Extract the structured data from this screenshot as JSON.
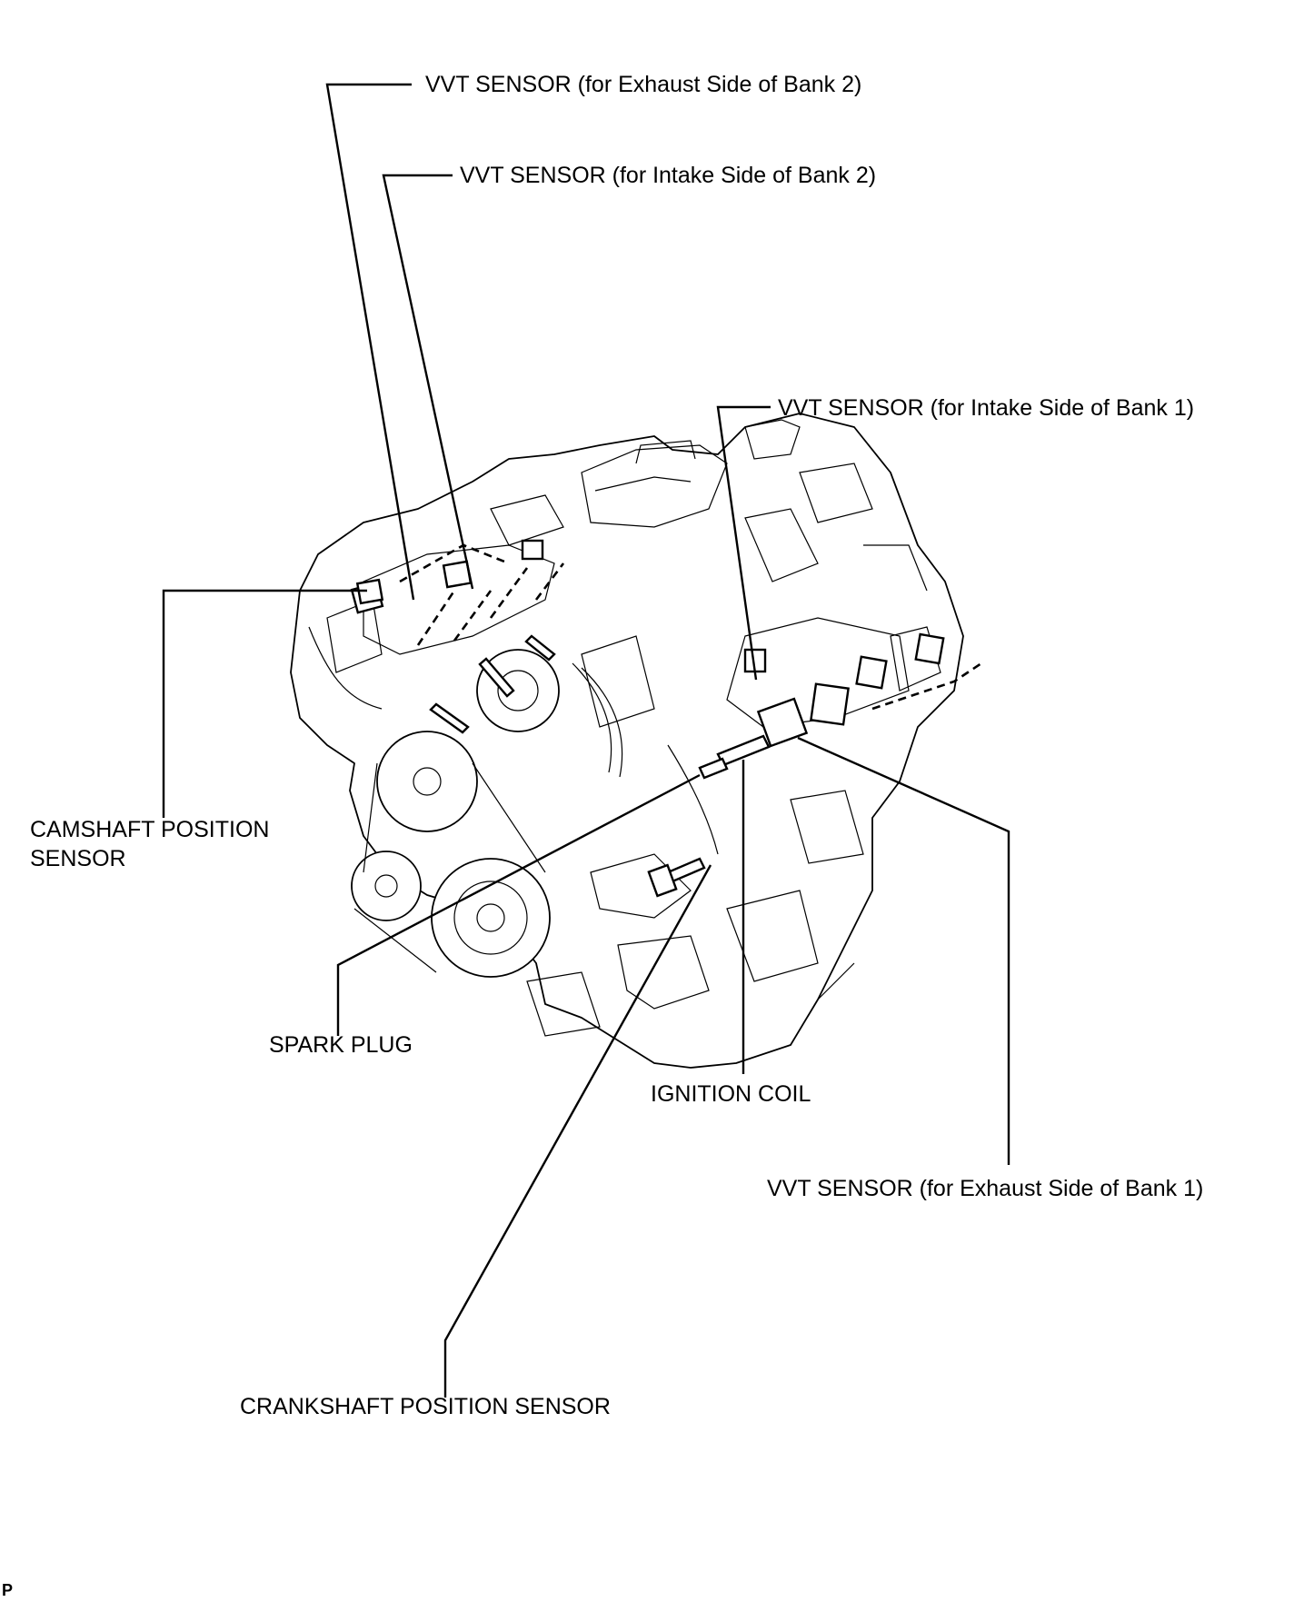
{
  "labels": {
    "vvt_exhaust_bank2": "VVT SENSOR (for Exhaust Side of Bank 2)",
    "vvt_intake_bank2": "VVT SENSOR (for Intake Side of Bank 2)",
    "vvt_intake_bank1": "VVT SENSOR (for Intake Side of Bank 1)",
    "camshaft_position_sensor": "CAMSHAFT POSITION SENSOR",
    "spark_plug": "SPARK PLUG",
    "ignition_coil": "IGNITION COIL",
    "vvt_exhaust_bank1": "VVT SENSOR (for Exhaust Side of Bank 1)",
    "crankshaft_position_sensor": "CRANKSHAFT POSITION SENSOR"
  },
  "corner_mark": "P"
}
